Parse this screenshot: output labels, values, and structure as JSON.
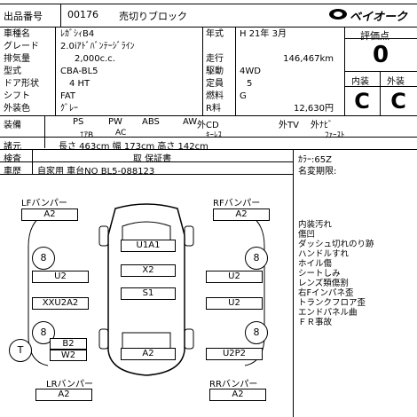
{
  "header": {
    "lot_label": "出品番号",
    "lot_number": "00176",
    "sale_type": "売切りブロック",
    "brand": "ベイオーク"
  },
  "spec": {
    "model_label": "車種名",
    "model": "ﾚｶﾞｼｨB4",
    "grade_label": "グレード",
    "grade": "2.0iｱﾄﾞﾊﾞﾝﾃｰｼﾞﾗｲﾝ",
    "displacement_label": "排気量",
    "displacement": "2,000c.c.",
    "type_label": "型式",
    "type": "CBA-BL5",
    "doors_label": "ドア形状",
    "doors": "4 HT",
    "shift_label": "シフト",
    "shift": "FAT",
    "color_label": "外装色",
    "color": "ｸﾞﾚｰ",
    "year_label": "年式",
    "year": "H 21年  3月",
    "mileage_label": "走行",
    "mileage": "146,467km",
    "drive_label": "駆動",
    "drive": "4WD",
    "capacity_label": "定員",
    "capacity": "5",
    "fuel_label": "燃料",
    "fuel": "G",
    "rprice_label": "R料",
    "rprice": "12,630円"
  },
  "score": {
    "overall_label": "評価点",
    "overall": "0",
    "interior_label": "内装",
    "interior": "C",
    "exterior_label": "外装",
    "exterior": "C"
  },
  "equipment": {
    "label": "装備",
    "row1": [
      "PS",
      "PW",
      "ABS",
      "AW",
      "外CD",
      "外TV",
      "外ﾅﾋﾞ"
    ],
    "row2": [
      "ｴｱB",
      "AC",
      "ｷｰﾚｽ",
      "ﾌｧｰｽﾄ"
    ]
  },
  "dims": {
    "label": "諸元",
    "text": "長さ  463cm  幅  173cm  高さ  142cm"
  },
  "inspection": {
    "label": "検査",
    "value": "取  保証書"
  },
  "history": {
    "label": "車歴",
    "value": "自家用  車台NO  BL5-088123"
  },
  "color_code": "ｶﾗｰ:65Z",
  "name_change": "名変期限:",
  "diagram": {
    "lf_label": "LFバンパー",
    "rf_label": "RFバンパー",
    "lr_label": "LRバンパー",
    "rr_label": "RRバンパー",
    "lf": "A2",
    "rf": "A2",
    "lr": "A2",
    "rr": "A2",
    "u1a1": "U1A1",
    "x2": "X2",
    "s1": "S1",
    "a2_bottom": "A2",
    "left_u2": "U2",
    "left_xxu2a2": "XXU2A2",
    "left_b2": "B2",
    "left_w2": "W2",
    "right_u2a": "U2",
    "right_u2b": "U2",
    "right_u2p2": "U2P2",
    "tire_fl": "8",
    "tire_fr": "8",
    "tire_rl": "8",
    "tire_rr": "8",
    "spare": "T"
  },
  "notes": [
    "内装汚れ",
    "傷凹",
    "ダッシュ切れのり跡",
    "ハンドルすれ",
    "ホイル傷",
    "シートしみ",
    "レンズ類傷割",
    "右Fインパネ歪",
    "トランクフロア歪",
    "エンドパネル曲",
    "ＦＲ事故"
  ]
}
